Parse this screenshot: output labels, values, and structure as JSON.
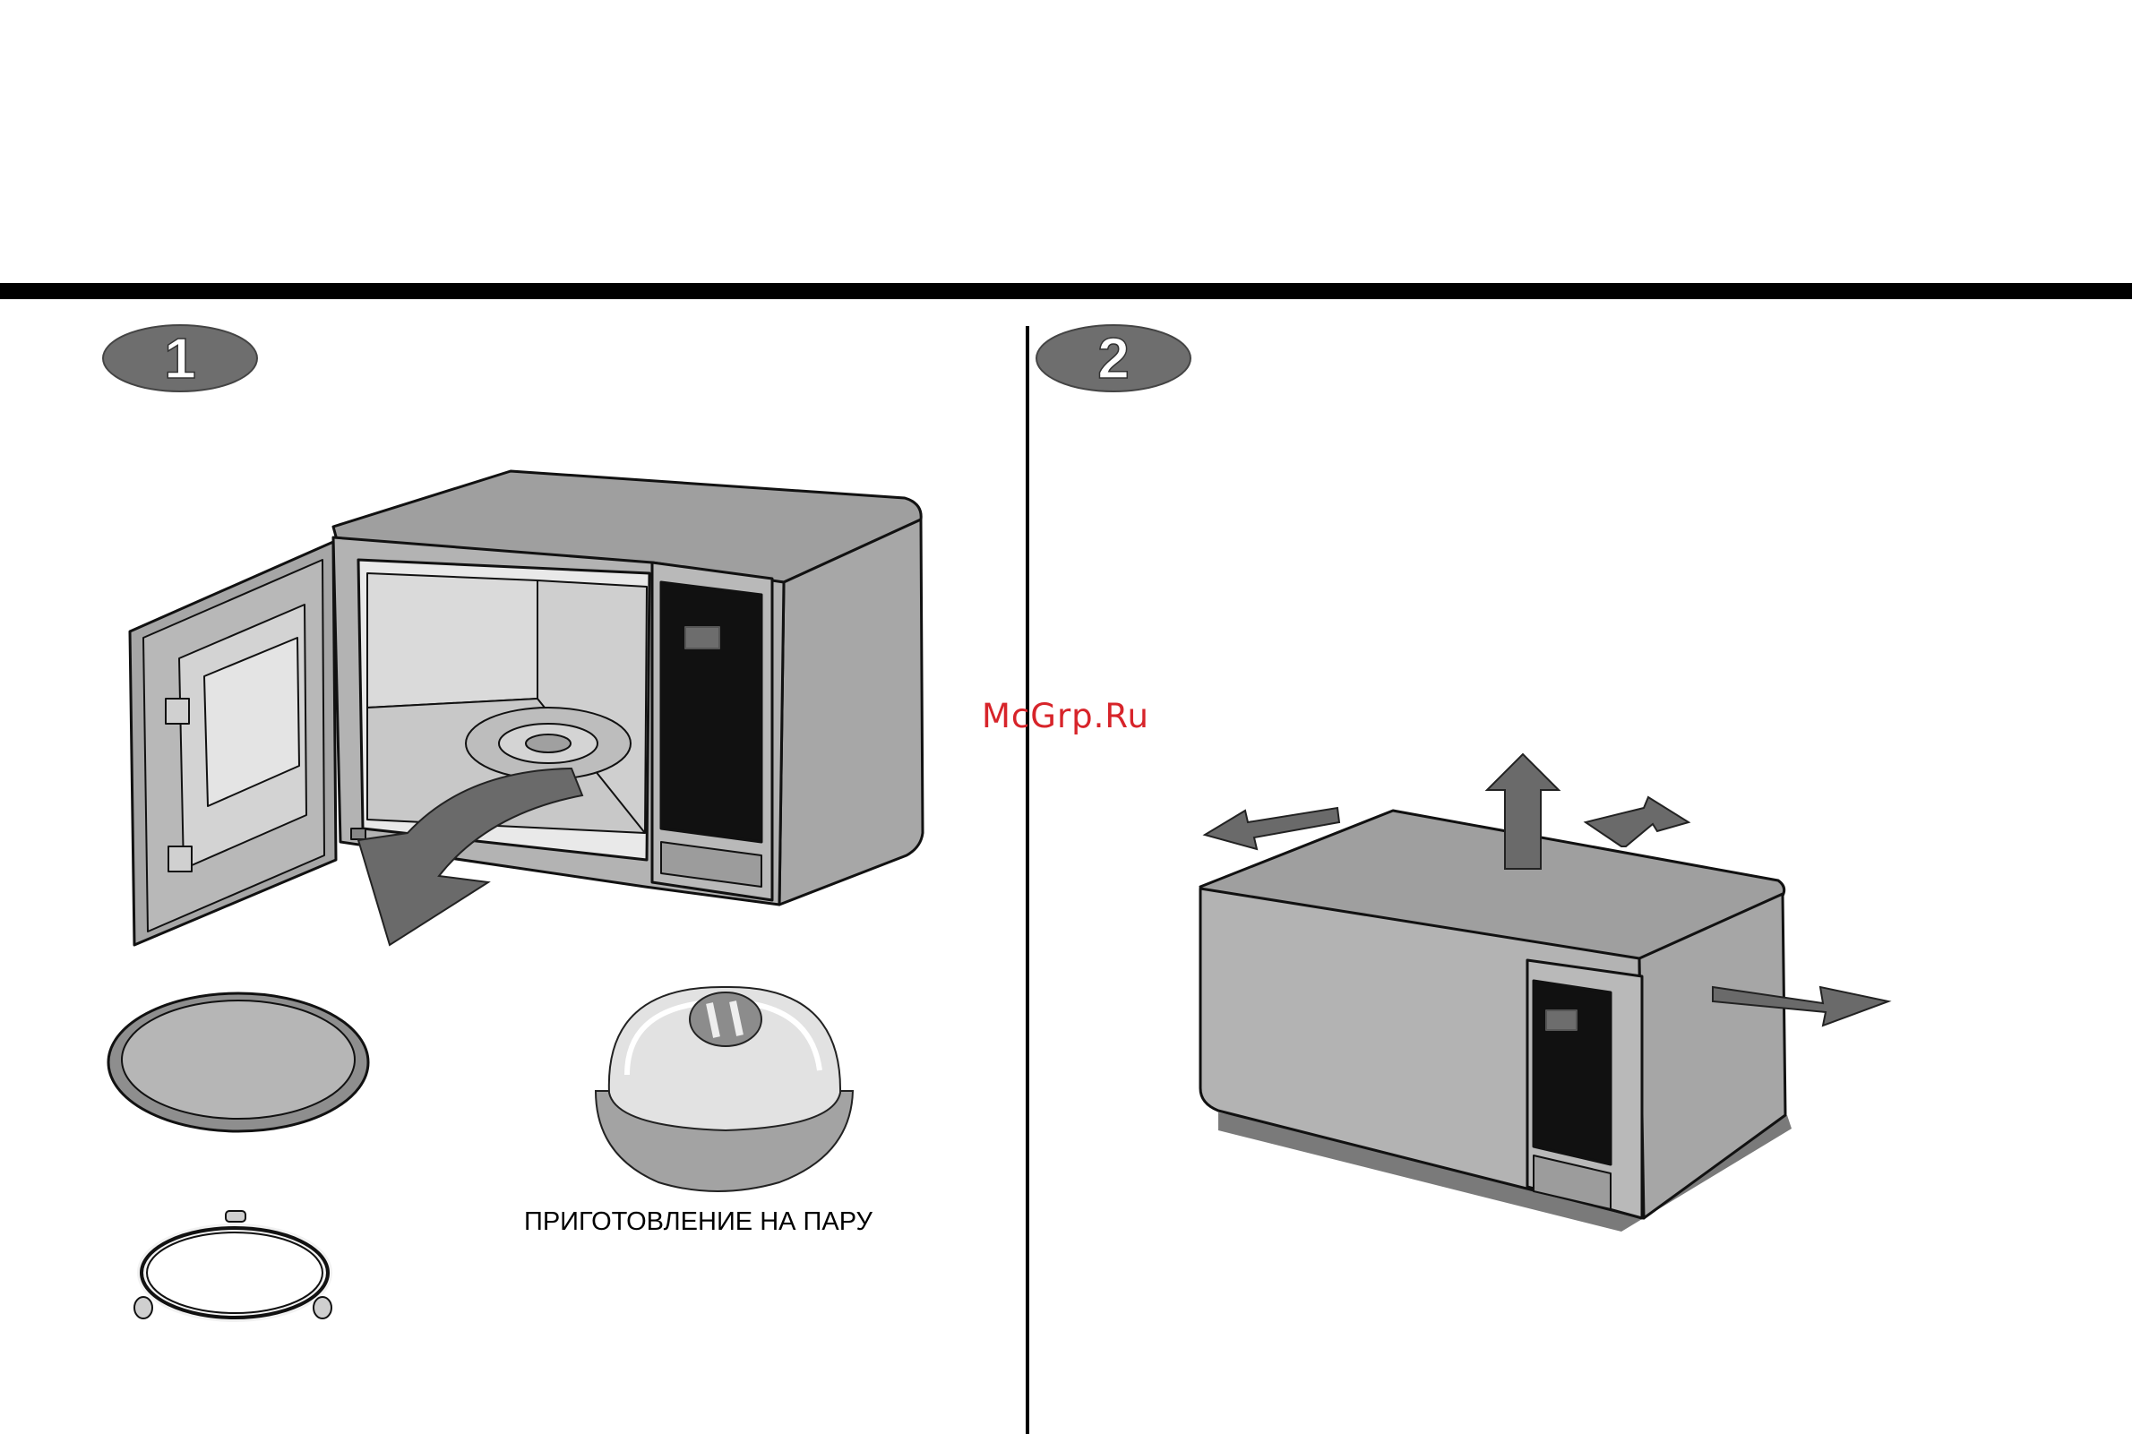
{
  "steps": [
    {
      "number": "1"
    },
    {
      "number": "2"
    }
  ],
  "step1": {
    "caption": "ПРИГОТОВЛЕНИЕ НА ПАРУ"
  },
  "watermark": "McGrp.Ru",
  "colors": {
    "rule": "#000000",
    "badge": "#6e6e6e",
    "appliance_body": "#b3b3b3",
    "appliance_dark": "#8a8a8a",
    "arrow": "#6a6a6a",
    "watermark": "#d7242a"
  },
  "icons": [
    "microwave-open-door",
    "remove-tray-arrow",
    "glass-tray",
    "roller-ring",
    "steam-cover",
    "microwave-closed",
    "clearance-arrows"
  ]
}
